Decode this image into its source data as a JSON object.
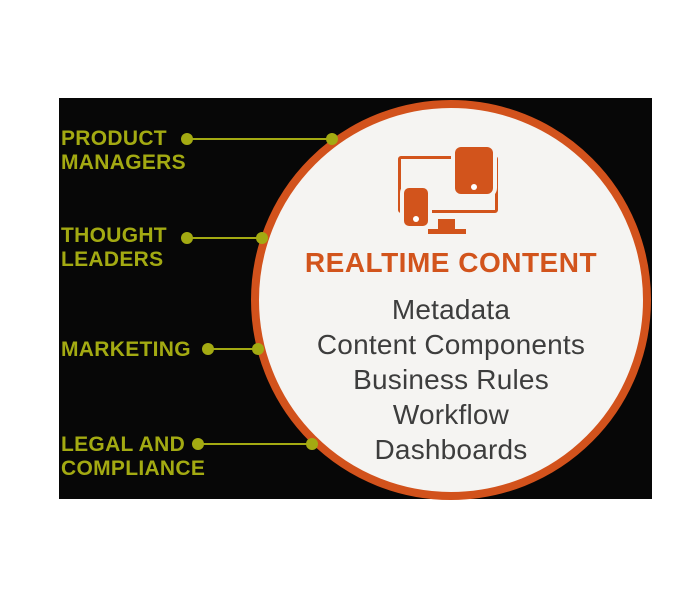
{
  "colors": {
    "panel_background": "#070707",
    "accent_orange": "#d2541c",
    "accent_green": "#a3aa12",
    "circle_fill": "#f5f4f2",
    "feature_text": "#3d3d3d"
  },
  "circle": {
    "title": "REALTIME CONTENT",
    "icon": "devices-icon",
    "features": [
      "Metadata",
      "Content Components",
      "Business Rules",
      "Workflow",
      "Dashboards"
    ]
  },
  "audiences": [
    {
      "id": "product-managers",
      "lines": [
        "PRODUCT",
        "MANAGERS"
      ]
    },
    {
      "id": "thought-leaders",
      "lines": [
        "THOUGHT",
        "LEADERS"
      ]
    },
    {
      "id": "marketing",
      "lines": [
        "MARKETING"
      ]
    },
    {
      "id": "legal-compliance",
      "lines": [
        "LEGAL AND",
        "COMPLIANCE"
      ]
    }
  ]
}
